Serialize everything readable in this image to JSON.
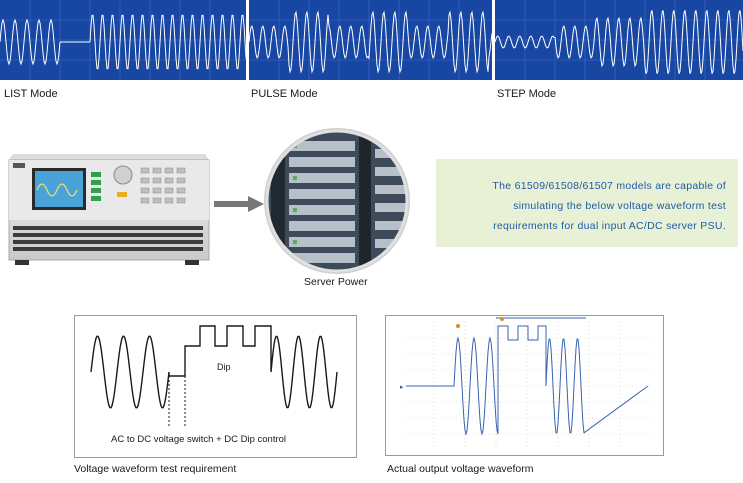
{
  "modes": [
    {
      "label": "LIST Mode"
    },
    {
      "label": "PULSE Mode"
    },
    {
      "label": "STEP Mode"
    }
  ],
  "server_power_label": "Server Power",
  "callout_text": "The 61509/61508/61507 models are capable of simulating the below voltage waveform test requirements for dual input AC/DC server PSU.",
  "diagram": {
    "dip_label": "Dip",
    "switch_label": "AC to DC voltage switch + DC Dip control"
  },
  "captions": {
    "requirement": "Voltage waveform test requirement",
    "actual": "Actual output voltage waveform"
  },
  "colors": {
    "panel_blue": "#1846a3",
    "callout_bg": "#e8f1d6",
    "callout_text": "#1e5aa8",
    "scope_trace": "#3a62b0"
  }
}
